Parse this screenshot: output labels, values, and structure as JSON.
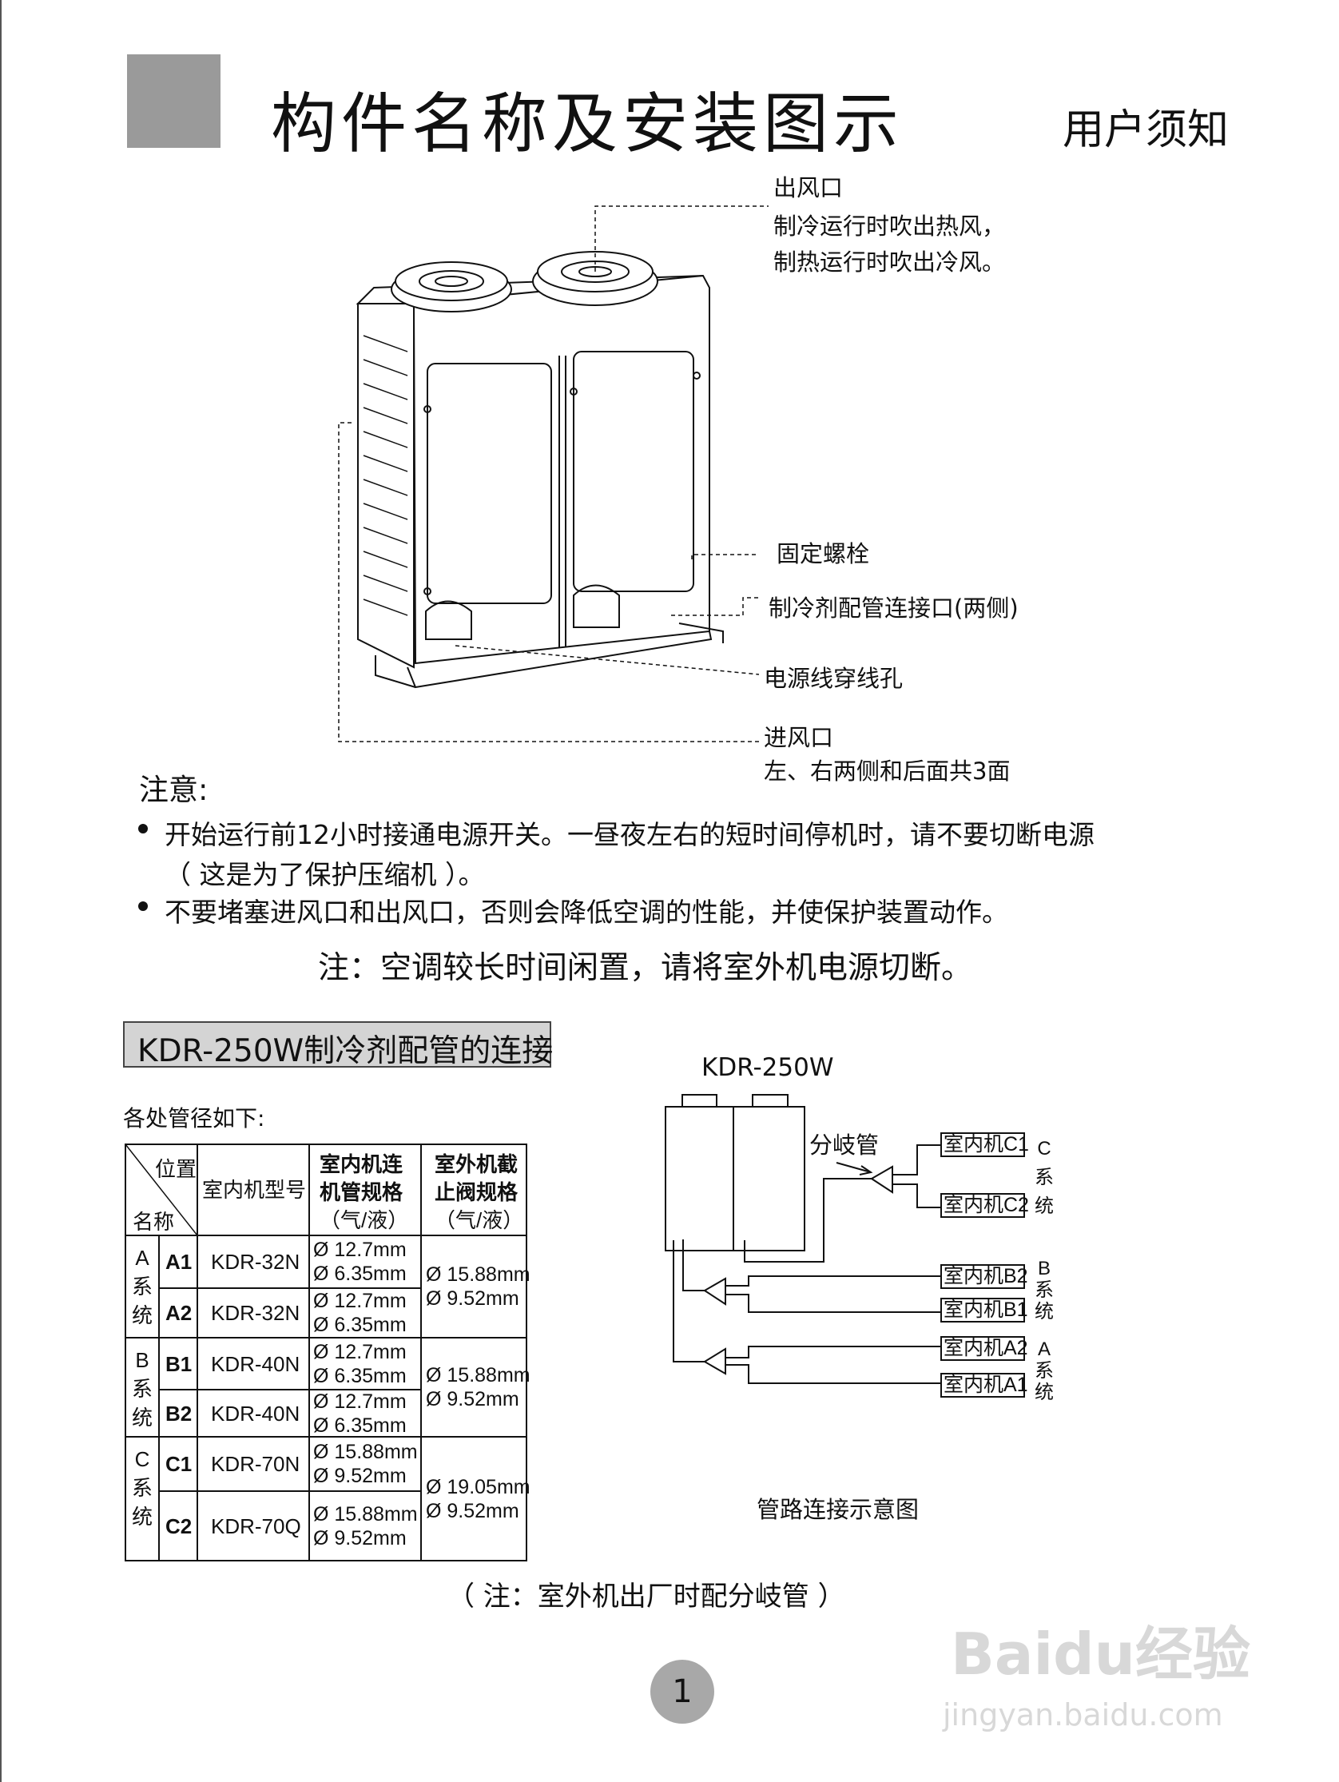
{
  "header": {
    "title": "构件名称及安装图示",
    "subtitle": "用户须知"
  },
  "callouts": {
    "air_outlet": "出风口",
    "air_outlet_desc1": "制冷运行时吹出热风，",
    "air_outlet_desc2": "制热运行时吹出冷风。",
    "bolt": "固定螺栓",
    "refrigerant_port": "制冷剂配管连接口(两侧)",
    "cable_hole": "电源线穿线孔",
    "air_inlet": "进风口",
    "air_inlet_desc": "左、右两侧和后面共3面"
  },
  "notice": {
    "heading": "注意:",
    "bullets": [
      "开始运行前12小时接通电源开关。一昼夜左右的短时间停机时，请不要切断电源",
      "（ 这是为了保护压缩机 ）。",
      "不要堵塞进风口和出风口，否则会降低空调的性能，并使保护装置动作。"
    ],
    "note": "注：空调较长时间闲置，请将室外机电源切断。"
  },
  "section": {
    "title": "KDR-250W制冷剂配管的连接",
    "intro": "各处管径如下:"
  },
  "table": {
    "header": {
      "position": "位置",
      "name": "名称",
      "model": "室内机型号",
      "indoor_spec": [
        "室内机连",
        "机管规格",
        "（气/液）"
      ],
      "outdoor_spec": [
        "室外机截",
        "止阀规格",
        "（气/液）"
      ]
    },
    "systems": [
      {
        "label": [
          "A",
          "系",
          "统"
        ],
        "outdoor": [
          "Ø 15.88mm",
          "Ø  9.52mm"
        ],
        "units": [
          {
            "name": "A1",
            "model": "KDR-32N",
            "spec": [
              "Ø 12.7mm",
              "Ø  6.35mm"
            ]
          },
          {
            "name": "A2",
            "model": "KDR-32N",
            "spec": [
              "Ø 12.7mm",
              "Ø  6.35mm"
            ]
          }
        ]
      },
      {
        "label": [
          "B",
          "系",
          "统"
        ],
        "outdoor": [
          "Ø 15.88mm",
          "Ø  9.52mm"
        ],
        "units": [
          {
            "name": "B1",
            "model": "KDR-40N",
            "spec": [
              "Ø 12.7mm",
              "Ø  6.35mm"
            ]
          },
          {
            "name": "B2",
            "model": "KDR-40N",
            "spec": [
              "Ø 12.7mm",
              "Ø  6.35mm"
            ]
          }
        ]
      },
      {
        "label": [
          "C",
          "系",
          "统"
        ],
        "outdoor": [
          "Ø 19.05mm",
          "Ø  9.52mm"
        ],
        "units": [
          {
            "name": "C1",
            "model": "KDR-70N",
            "spec": [
              "Ø 15.88mm",
              "Ø  9.52mm"
            ]
          },
          {
            "name": "C2",
            "model": "KDR-70Q",
            "spec": [
              "Ø 15.88mm",
              "Ø  9.52mm"
            ]
          }
        ]
      }
    ]
  },
  "diagram": {
    "model": "KDR-250W",
    "branch_label": "分岐管",
    "units": {
      "C1": "室内机C1",
      "C2": "室内机C2",
      "B2": "室内机B2",
      "B1": "室内机B1",
      "A2": "室内机A2",
      "A1": "室内机A1"
    },
    "systems": {
      "C": [
        "C",
        "系",
        "统"
      ],
      "B": [
        "B",
        "系",
        "统"
      ],
      "A": [
        "A",
        "系",
        "统"
      ]
    },
    "caption": "管路连接示意图"
  },
  "footnote": "（ 注：室外机出厂时配分岐管 ）",
  "page_number": "1",
  "watermark": {
    "brand": "Baidu经验",
    "url": "jingyan.baidu.com"
  }
}
